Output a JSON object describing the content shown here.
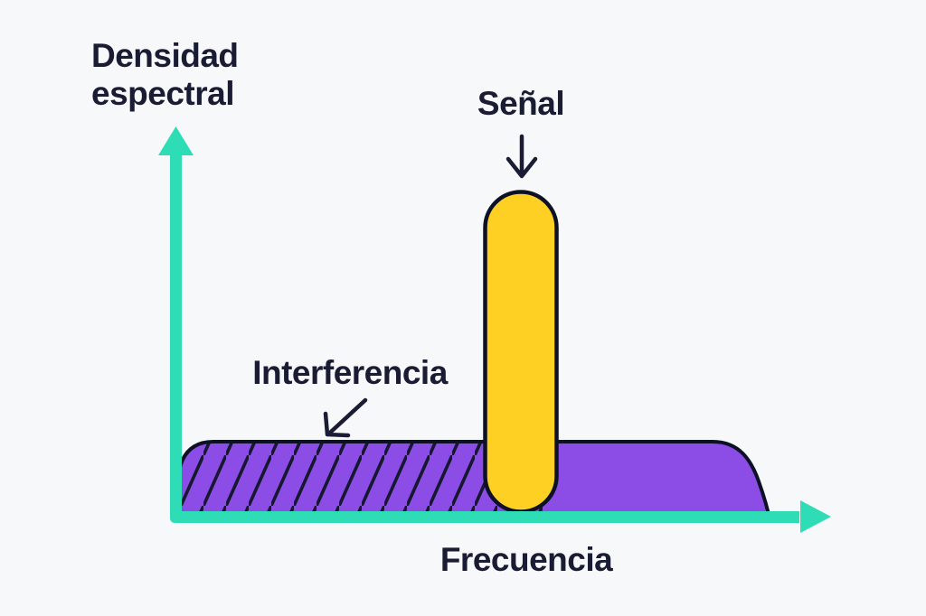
{
  "diagram": {
    "type": "conceptual-frequency-spectrum",
    "y_axis_label": "Densidad\nespectral",
    "x_axis_label": "Frecuencia",
    "annotations": {
      "signal": "Señal",
      "interference": "Interferencia"
    },
    "colors": {
      "background": "#f7f8fa",
      "axis": "#2edcb5",
      "signal_fill": "#fdd023",
      "interference_fill": "#8b4de6",
      "shape_outline": "#0d1126",
      "text": "#191c33",
      "hatch_line": "#15182e"
    }
  }
}
